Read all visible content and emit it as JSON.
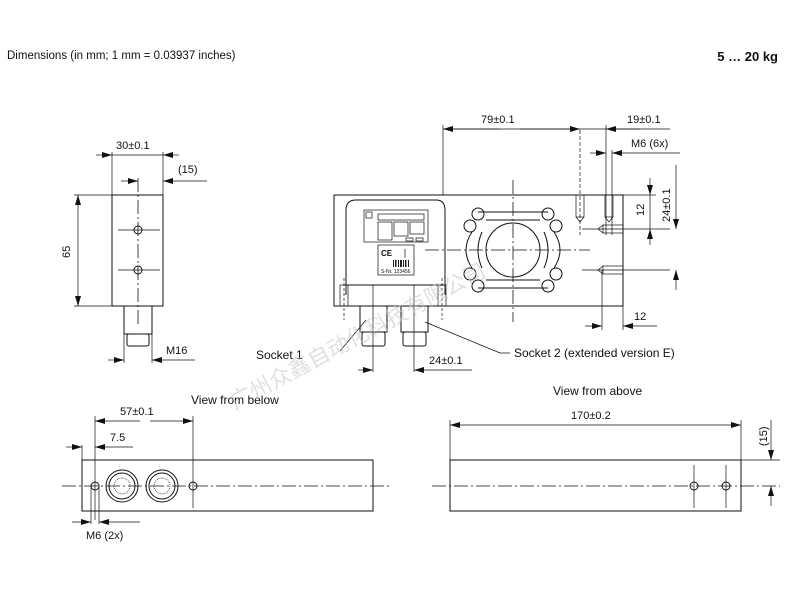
{
  "header": {
    "title": "Dimensions (in mm; 1 mm = 0.03937 inches)",
    "capacity": "5 … 20 kg"
  },
  "side_view": {
    "width_dim": "30±0.1",
    "offset_dim": "(15)",
    "height_dim": "65",
    "connector_dim": "M16"
  },
  "front_view": {
    "dim_79": "79±0.1",
    "dim_19": "19±0.1",
    "thread_label": "M6 (6x)",
    "dim_12_vert": "12",
    "dim_24_vert": "24±0.1",
    "dim_12_horiz": "12",
    "socket_spacing": "24±0.1",
    "socket1_label": "Socket 1",
    "socket2_label": "Socket 2 (extended version E)",
    "label_nameplate": "S-Nr. 123456"
  },
  "bottom_view": {
    "title": "View from below",
    "dim_57": "57±0.1",
    "dim_7_5": "7.5",
    "thread_label": "M6 (2x)"
  },
  "top_view": {
    "title": "View from above",
    "length_dim": "170±0.2",
    "offset_dim": "(15)"
  },
  "watermark": "广州众鑫自动化科技有限公司"
}
